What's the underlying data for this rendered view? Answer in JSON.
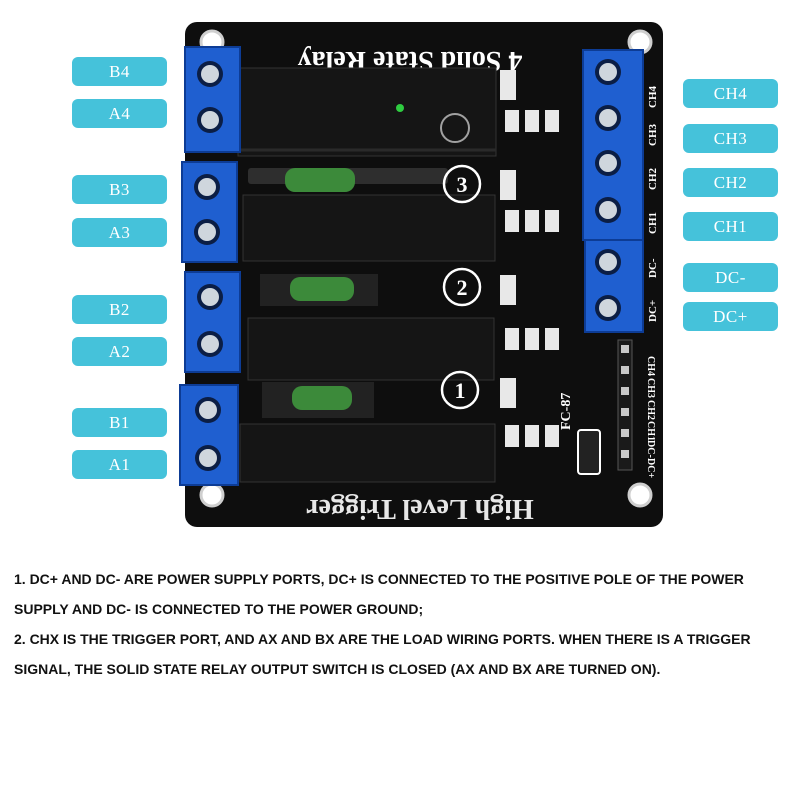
{
  "board": {
    "title_mirrored": "4 Solid State Relay",
    "bottom_mirrored": "High Level Trigger",
    "channel_numbers": [
      "1",
      "2",
      "3"
    ],
    "module_code": "FC-87",
    "side_header_pins": [
      "CH4",
      "CH3",
      "CH2",
      "CH1",
      "DC-",
      "DC+"
    ],
    "terminal_labels": [
      "CH4",
      "CH3",
      "CH2",
      "CH1",
      "DC-",
      "DC+"
    ]
  },
  "left_labels": [
    "B4",
    "A4",
    "B3",
    "A3",
    "B2",
    "A2",
    "B1",
    "A1"
  ],
  "right_labels": [
    "CH4",
    "CH3",
    "CH2",
    "CH1",
    "DC-",
    "DC+"
  ],
  "description": {
    "line1": "1. DC+ AND DC- ARE POWER SUPPLY PORTS, DC+ IS CONNECTED TO THE POSITIVE POLE OF THE POWER SUPPLY AND DC- IS CONNECTED TO THE POWER GROUND;",
    "line2": "2. CHX IS THE TRIGGER PORT, AND AX AND BX ARE THE LOAD WIRING PORTS. WHEN THERE IS A TRIGGER SIGNAL, THE SOLID STATE RELAY OUTPUT SWITCH IS CLOSED (AX AND BX ARE TURNED ON)."
  },
  "colors": {
    "label_bg": "#45c2da",
    "board": "#0e0e0e",
    "terminal_blue": "#1f5fd0",
    "relay_body": "#151515",
    "resistor_green": "#3c8a3a"
  }
}
